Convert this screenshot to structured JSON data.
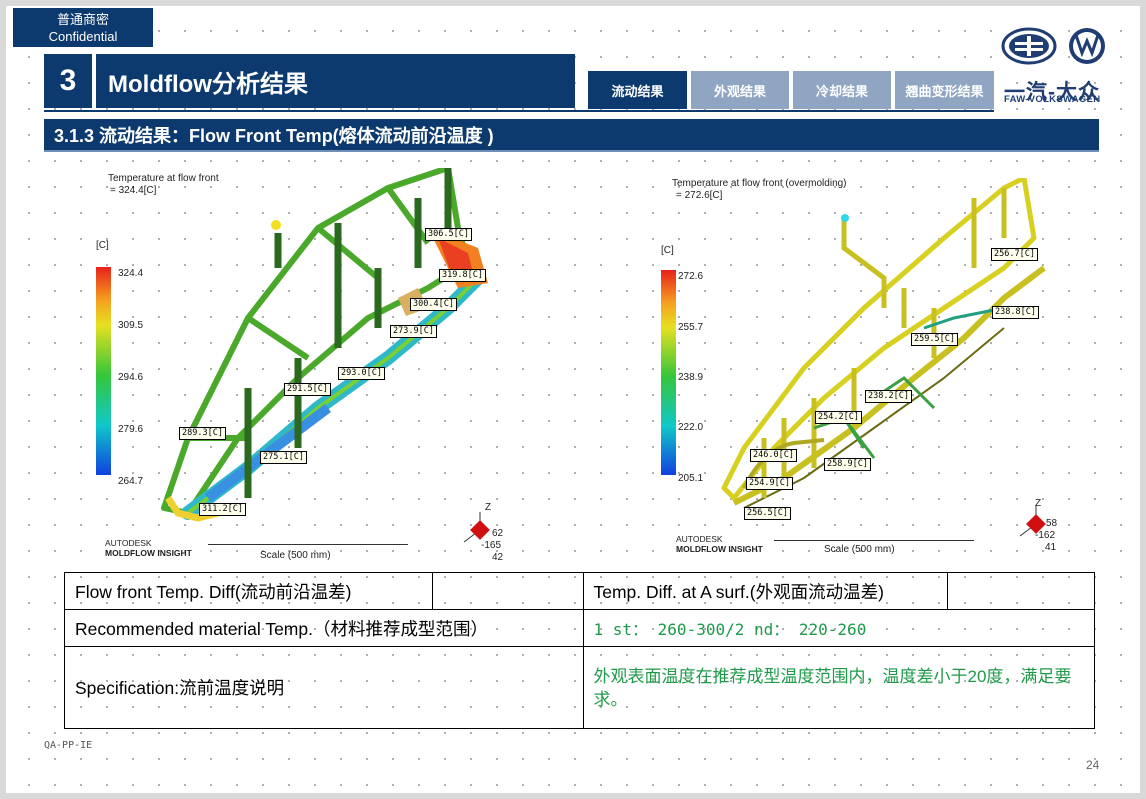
{
  "header": {
    "confidential_cn": "普通商密",
    "confidential_en": "Confidential",
    "section_number": "3",
    "section_title": "Moldflow分析结果",
    "subsection_title": "3.1.3 流动结果：Flow Front Temp(熔体流动前沿温度 )"
  },
  "tabs": [
    {
      "label": "流动结果",
      "active": true
    },
    {
      "label": "外观结果",
      "active": false
    },
    {
      "label": "冷却结果",
      "active": false
    },
    {
      "label": "翘曲变形结果",
      "active": false
    }
  ],
  "logo": {
    "brand_cn": "一汽-大众",
    "brand_en": "FAW-VOLKSWAGEN"
  },
  "figures": [
    {
      "title_line1": "Temperature at flow front",
      "title_line2": "= 324.4[C]",
      "unit": "[C]",
      "legend": [
        "324.4",
        "309.5",
        "294.6",
        "279.6",
        "264.7"
      ],
      "callouts": [
        "306.5[C]",
        "319.8[C]",
        "300.4[C]",
        "273.9[C]",
        "293.0[C]",
        "291.5[C]",
        "289.3[C]",
        "275.1[C]",
        "311.2[C]"
      ],
      "scale": "Scale (500 mm)",
      "brand_line1": "AUTODESK",
      "brand_line2": "MOLDFLOW  INSIGHT",
      "axis_z": "Z",
      "axis_values": [
        "62",
        "-165",
        "42"
      ]
    },
    {
      "title_line1": "Temperature at flow front (overmolding)",
      "title_line2": "= 272.6[C]",
      "unit": "[C]",
      "legend": [
        "272.6",
        "255.7",
        "238.9",
        "222.0",
        "205.1"
      ],
      "callouts": [
        "256.7[C]",
        "238.8[C]",
        "259.5[C]",
        "238.2[C]",
        "254.2[C]",
        "246.0[C]",
        "258.9[C]",
        "254.9[C]",
        "256.5[C]"
      ],
      "scale": "Scale (500 mm)",
      "brand_line1": "AUTODESK",
      "brand_line2": "MOLDFLOW  INSIGHT",
      "axis_z": "Z",
      "axis_values": [
        "58",
        "-162",
        "41"
      ]
    }
  ],
  "table": {
    "r1c1": "Flow front Temp. Diff(流动前沿温差)",
    "r1c2": "",
    "r1c3": "Temp. Diff. at A surf.(外观面流动温差)",
    "r1c4": "",
    "r2c1": "Recommended material Temp.（材料推荐成型范围）",
    "r2c2": "1 st： 260-300/2 nd： 220-260",
    "r3c1": "Specification:流前温度说明",
    "r3c2": "外观表面温度在推荐成型温度范围内，温度差小于20度，满足要求。"
  },
  "footer": {
    "code": "QA-PP-IE",
    "page": "24"
  }
}
